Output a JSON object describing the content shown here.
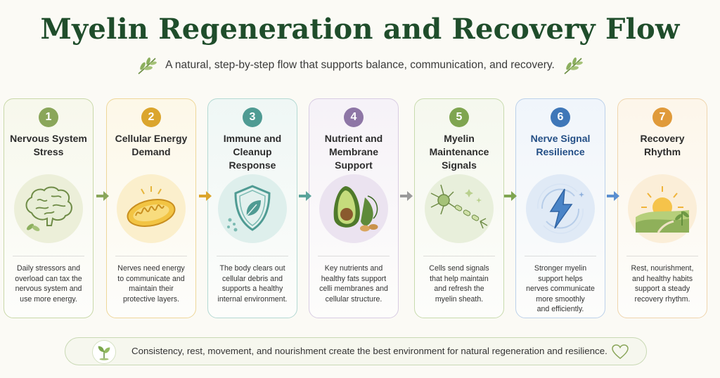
{
  "header": {
    "title": "Myelin Regeneration and Recovery Flow",
    "subtitle": "A natural, step-by-step flow that supports balance, communication, and recovery."
  },
  "steps": [
    {
      "number": "1",
      "title": "Nervous System\nStress",
      "icon": "brain-icon",
      "desc": "Daily stressors and\noverload can tax the\nnervous system and\nuse more energy.",
      "accent": "#8aa65a",
      "bg": "#f7f8ec",
      "border": "#c9d8a9",
      "circle": "#ecefd9"
    },
    {
      "number": "2",
      "title": "Cellular Energy\nDemand",
      "icon": "mitochondria-icon",
      "desc": "Nerves need energy\nto communicate and\nmaintain their\nprotective layers.",
      "accent": "#dba52d",
      "bg": "#fdf8e8",
      "border": "#eed79a",
      "circle": "#fbefcc"
    },
    {
      "number": "3",
      "title": "Immune and\nCleanup Response",
      "icon": "shield-leaf-icon",
      "desc": "The body clears out\ncellular debris and\nsupports a healthy\ninternal environment.",
      "accent": "#4f9b93",
      "bg": "#eff7f5",
      "border": "#b4d9d3",
      "circle": "#deefec"
    },
    {
      "number": "4",
      "title": "Nutrient and\nMembrane Support",
      "icon": "avocado-icon",
      "desc": "Key nutrients and\nhealthy fats support\ncelli membranes and\ncellular structure.",
      "accent": "#8e76a6",
      "bg": "#f6f2f8",
      "border": "#d8cce3",
      "circle": "#ebe3f0"
    },
    {
      "number": "5",
      "title": "Myelin\nMaintenance\nSignals",
      "icon": "neuron-icon",
      "desc": "Cells send signals\nthat help maintain\nand refresh the\nmyelin sheath.",
      "accent": "#7fa550",
      "bg": "#f5f8ee",
      "border": "#c8dbae",
      "circle": "#e8efdb"
    },
    {
      "number": "6",
      "title": "Nerve Signal\nResilience",
      "icon": "lightning-icon",
      "desc": "Stronger myelin\nsupport helps\nnerves communicate\nmore smoothly\nand efficiently.",
      "accent": "#3f77b8",
      "bg": "#f0f5fb",
      "border": "#bcd1ea",
      "circle": "#e0eaf6"
    },
    {
      "number": "7",
      "title": "Recovery\nRhythm",
      "icon": "sunrise-icon",
      "desc": "Rest, nourishment,\nand healthy habits\nsupport a steady\nrecovery rhythm.",
      "accent": "#e09a3a",
      "bg": "#fdf6ea",
      "border": "#efd5ae",
      "circle": "#fbeed8"
    }
  ],
  "arrow_colors": [
    "#8aa65a",
    "#dba52d",
    "#5aa39a",
    "#9a9a9a",
    "#7fa550",
    "#5b8fd0"
  ],
  "footer": {
    "text": "Consistency, rest, movement, and nourishment create the best environment for natural regeneration and resilience.",
    "leaf_icon": "seedling-icon",
    "heart_icon": "heart-icon"
  }
}
